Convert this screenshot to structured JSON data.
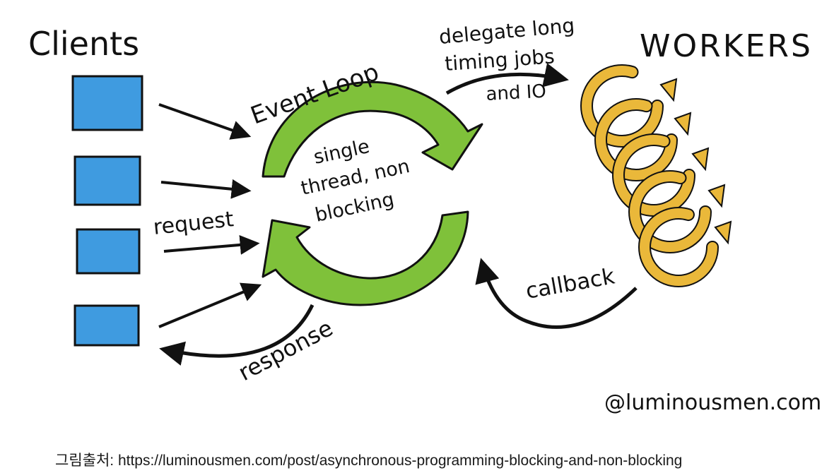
{
  "title_clients": "Clients",
  "title_workers": "WORKERS",
  "event_loop_label": "Event Loop",
  "center_text": {
    "line1": "single",
    "line2": "thread, non",
    "line3": "blocking"
  },
  "delegate_text": {
    "line1": "delegate long",
    "line2": "timing jobs",
    "line3": "and IO"
  },
  "request_label": "request",
  "response_label": "response",
  "callback_label": "callback",
  "watermark": "@luminousmen.com",
  "caption": "그림출처: https://luminousmen.com/post/asynchronous-programming-blocking-and-non-blocking",
  "colors": {
    "client_blue": "#3f9be0",
    "loop_green": "#7fc13a",
    "worker_gold": "#eab83a",
    "ink": "#111111"
  }
}
